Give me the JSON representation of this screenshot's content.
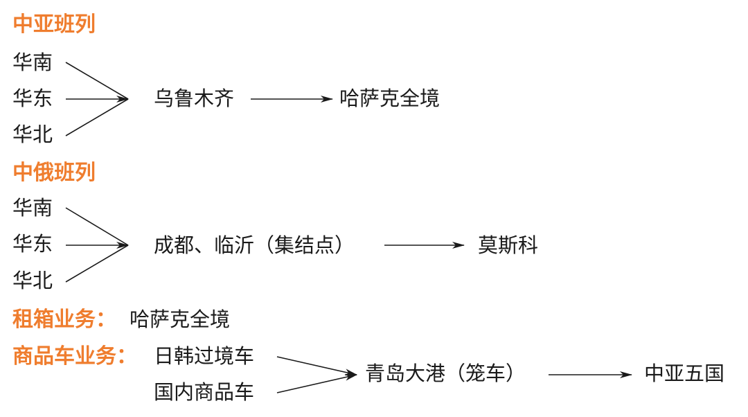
{
  "sections": {
    "central_asia": {
      "title": "中亚班列",
      "origins": [
        "华南",
        "华东",
        "华北"
      ],
      "hub": "乌鲁木齐",
      "destination": "哈萨克全境"
    },
    "russia": {
      "title": "中俄班列",
      "origins": [
        "华南",
        "华东",
        "华北"
      ],
      "hub": "成都、临沂（集结点）",
      "destination": "莫斯科"
    },
    "container_rental": {
      "title": "租箱业务：",
      "destination": "哈萨克全境"
    },
    "commodity_vehicle": {
      "title": "商品车业务：",
      "sources": [
        "日韩过境车",
        "国内商品车"
      ],
      "hub": "青岛大港（笼车）",
      "destination": "中亚五国"
    }
  },
  "colors": {
    "heading": "#ef7d2e",
    "text": "#1a1a1a",
    "arrow": "#1a1a1a"
  }
}
